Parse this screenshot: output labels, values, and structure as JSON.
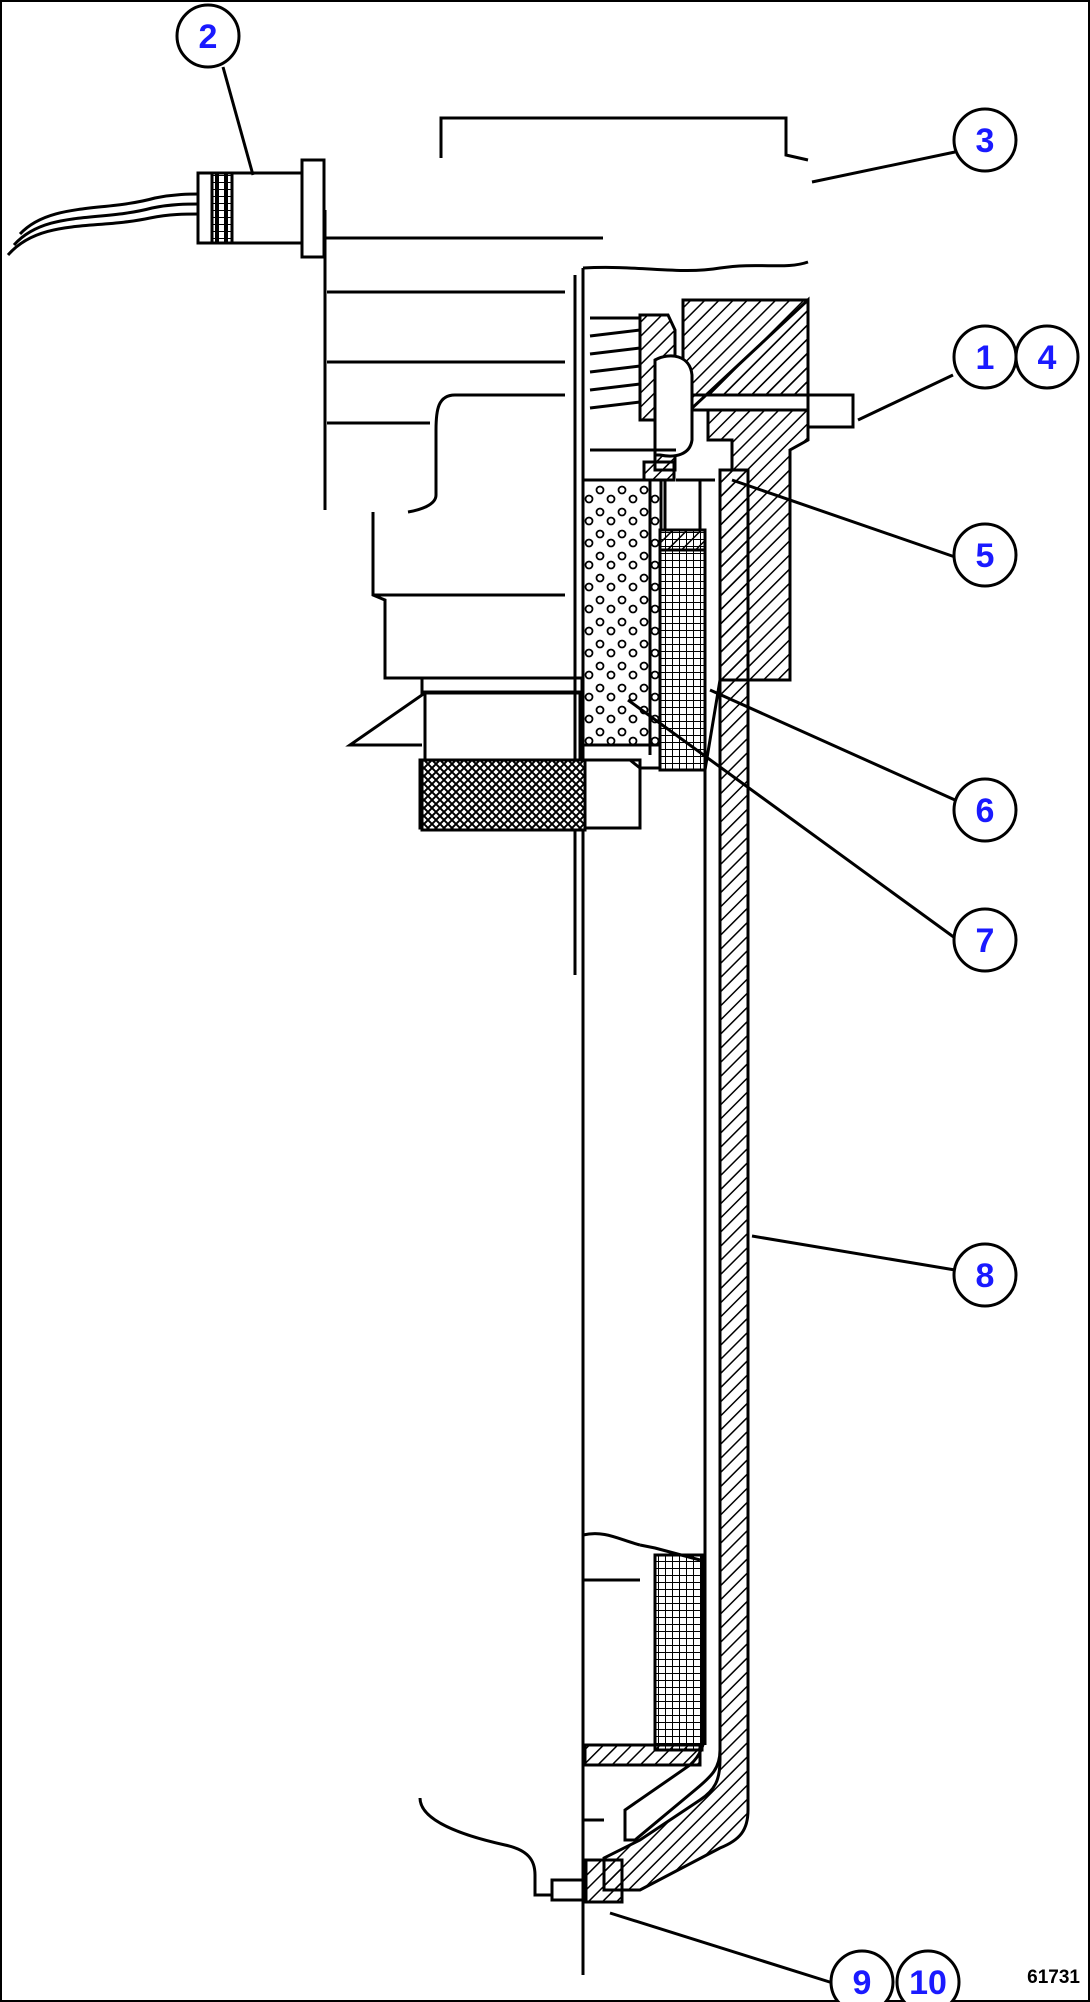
{
  "figure_id": "61731",
  "colors": {
    "line": "#000000",
    "callout_text": "#1a1aff",
    "background": "#ffffff"
  },
  "callouts": [
    {
      "id": "c1",
      "label": "1"
    },
    {
      "id": "c2",
      "label": "2"
    },
    {
      "id": "c3",
      "label": "3"
    },
    {
      "id": "c4",
      "label": "4"
    },
    {
      "id": "c5",
      "label": "5"
    },
    {
      "id": "c6",
      "label": "6"
    },
    {
      "id": "c7",
      "label": "7"
    },
    {
      "id": "c8",
      "label": "8"
    },
    {
      "id": "c9",
      "label": "9"
    },
    {
      "id": "c10",
      "label": "10"
    }
  ]
}
